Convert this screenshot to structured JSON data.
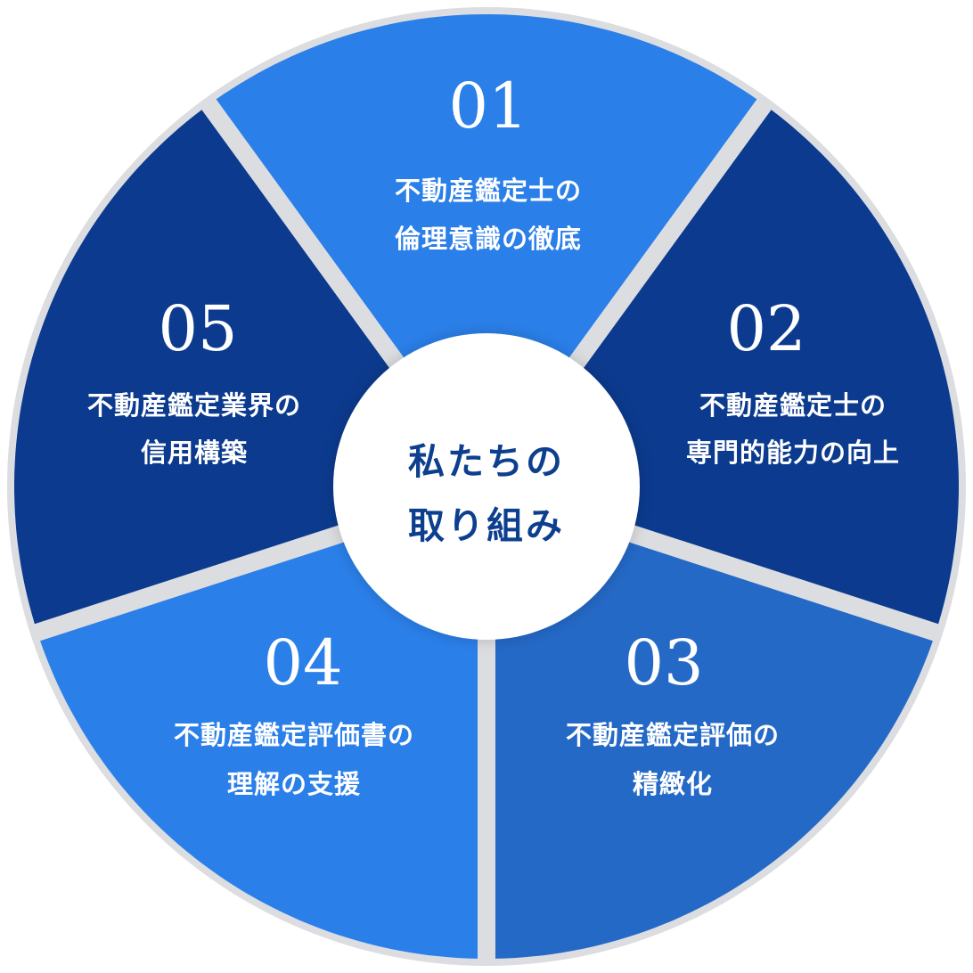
{
  "center": {
    "line1": "私たちの",
    "line2": "取り組み"
  },
  "colors": {
    "ring_bg": "#dcdde0",
    "light_blue": "#2a7fe9",
    "dark_blue": "#0b3a8e",
    "mid_blue": "#2469c6",
    "center_text": "#0d3f8f"
  },
  "segments": [
    {
      "number": "01",
      "line1": "不動産鑑定士の",
      "line2": "倫理意識の徹底",
      "color": "#2a7fe9"
    },
    {
      "number": "02",
      "line1": "不動産鑑定士の",
      "line2": "専門的能力の向上",
      "color": "#0b3a8e"
    },
    {
      "number": "03",
      "line1": "不動産鑑定評価の",
      "line2": "精緻化",
      "color": "#2469c6"
    },
    {
      "number": "04",
      "line1": "不動産鑑定評価書の",
      "line2": "理解の支援",
      "color": "#2a7fe9"
    },
    {
      "number": "05",
      "line1": "不動産鑑定業界の",
      "line2": "信用構築",
      "color": "#0b3a8e"
    }
  ]
}
